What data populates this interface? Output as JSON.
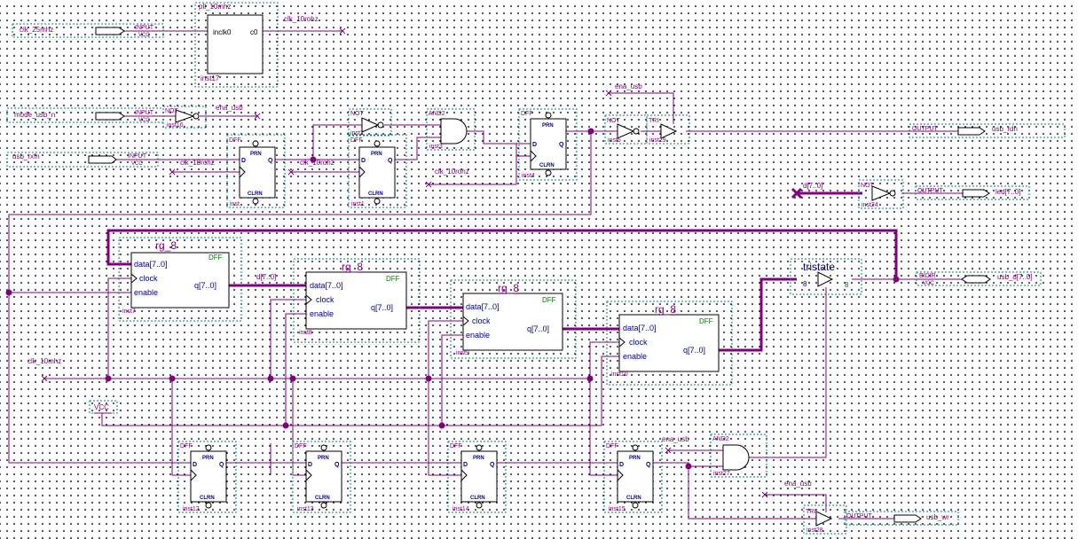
{
  "pins": {
    "in_clk": "clk_25mhz",
    "in_mode": "mode_usb_n",
    "in_rxf": "usb_rxfn",
    "out_rdn": "usb_rdn",
    "out_led": "led[7..0]",
    "bidir_d": "usb_d[7..0]",
    "out_wr": "usb_wr",
    "input_kw": "INPUT",
    "vcc_kw": "VCC",
    "output_kw": "OUTPUT",
    "bidir_kw": "BIDIR"
  },
  "nets": {
    "clk_10rohz": "clk_10rohz",
    "clk_10mhz": "clk_10mhz",
    "ena_usb": "ena_usb",
    "d_bus": "d[7..0]",
    "vcc": "VCC"
  },
  "pll": {
    "name": "pll_10mhz",
    "inst": "inst17",
    "in": "inclk0",
    "out": "c0"
  },
  "gates": {
    "not": "NOT",
    "and2": "AND2",
    "tri": "TRI",
    "dff": "DFF",
    "prn": "PRN",
    "clrn": "CLRN",
    "d": "D",
    "q": "Q"
  },
  "insts": {
    "inst16": "inst16",
    "inst2": "inst2",
    "inst3": "inst3",
    "inst4": "inst4",
    "inst5": "inst5",
    "inst29": "inst29",
    "inst": "inst",
    "inst1": "inst1",
    "inst24": "inst24",
    "inst7": "inst7",
    "inst8": "inst8",
    "inst9": "inst9",
    "inst10": "inst10",
    "inst12": "inst12",
    "inst13": "inst13",
    "inst14": "inst14",
    "inst15": "inst15",
    "inst27": "inst27",
    "inst28": "inst28"
  },
  "rg8": {
    "title": "rg_8",
    "tag": "DFF",
    "data": "data[7..0]",
    "clock": "clock",
    "enable": "enable",
    "q": "q[7..0]"
  },
  "tristate": {
    "title": "tristate",
    "in_w": "8",
    "out_w": "8"
  }
}
